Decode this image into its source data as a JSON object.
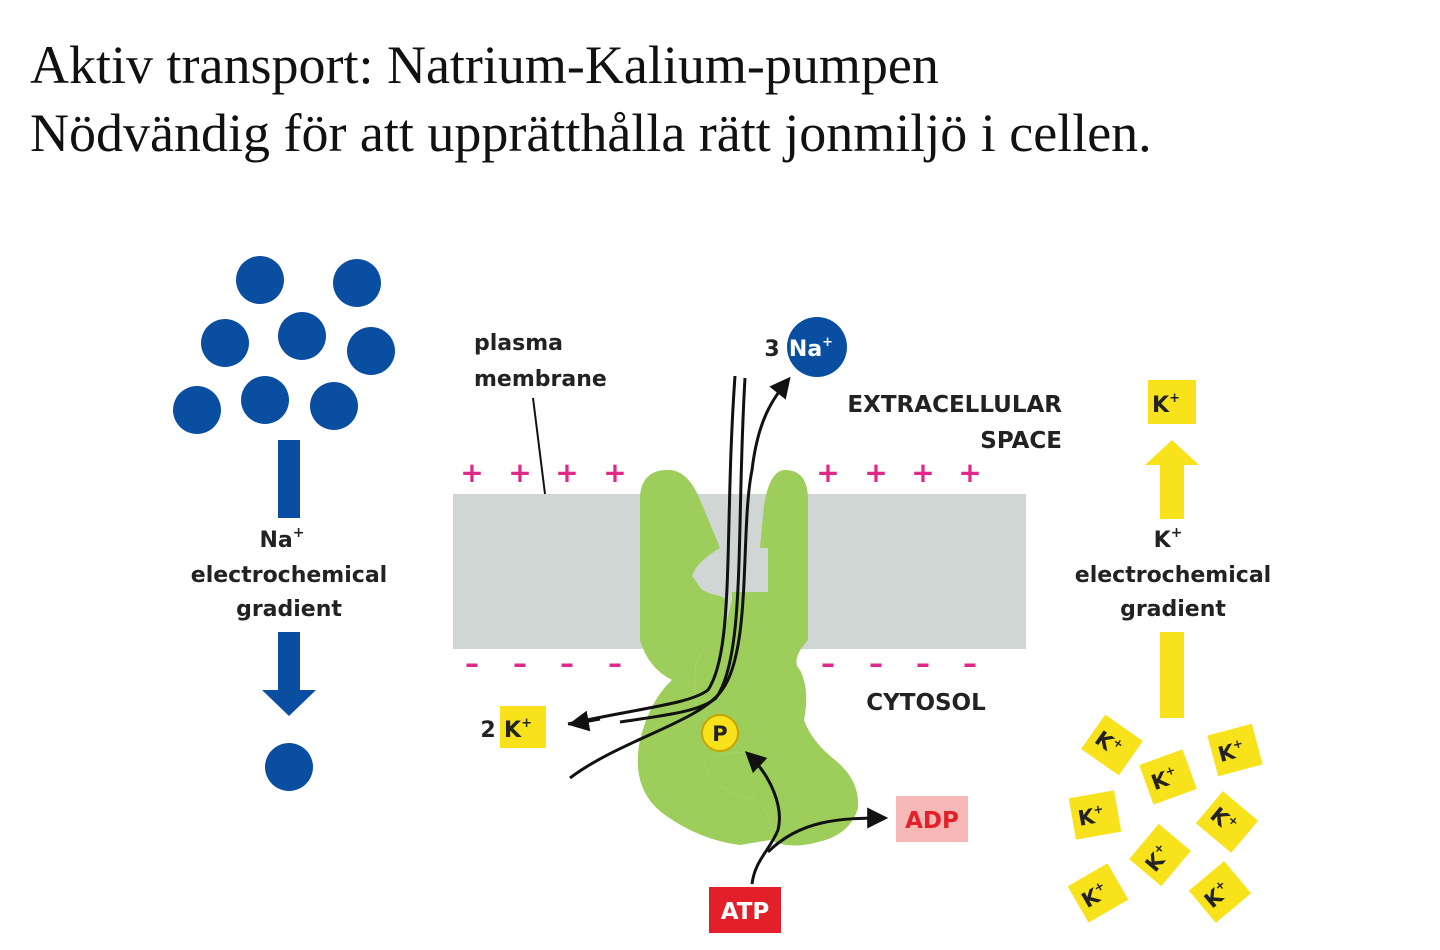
{
  "title": {
    "line1": "Aktiv transport: Natrium-Kalium-pumpen",
    "line2": "Nödvändig för att upprätthålla rätt jonmiljö i cellen."
  },
  "labels": {
    "plasma_membrane": [
      "plasma",
      "membrane"
    ],
    "extracellular_space": [
      "EXTRACELLULAR",
      "SPACE"
    ],
    "cytosol": "CYTOSOL",
    "na_gradient": [
      "Na",
      "electrochemical",
      "gradient"
    ],
    "k_gradient": [
      "K",
      "electrochemical",
      "gradient"
    ],
    "na_count": "3",
    "k_count": "2",
    "na": "Na",
    "k": "K",
    "charge": "+",
    "phosphate": "P",
    "atp": "ATP",
    "adp": "ADP",
    "plus_sign": "+",
    "minus_sign": "–"
  },
  "colors": {
    "sodium": "#0a4ea2",
    "potassium": "#f7e21b",
    "pump": "#9dce5b",
    "membrane": "#cfd6d3",
    "charge_sign": "#e0288a",
    "atp": "#e3202a",
    "adp_bg": "#f6b8b6",
    "adp_text": "#e3202a"
  }
}
